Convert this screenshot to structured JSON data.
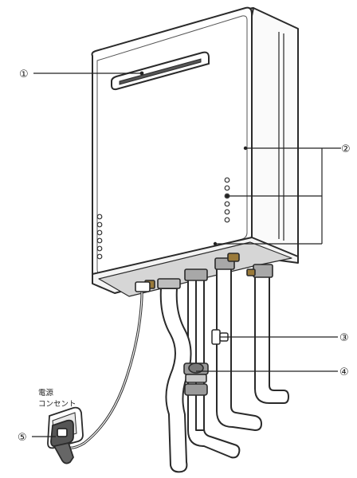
{
  "callouts": {
    "c1": "①",
    "c2": "②",
    "c3": "③",
    "c4": "④",
    "c5": "⑤"
  },
  "outlet_caption": {
    "line1": "電源",
    "line2": "コンセント"
  },
  "colors": {
    "body_fill": "#ffffff",
    "outline": "#2a2a2a",
    "shadow": "#b8b8b8",
    "dark": "#333333",
    "brass": "#9a7a3a"
  }
}
